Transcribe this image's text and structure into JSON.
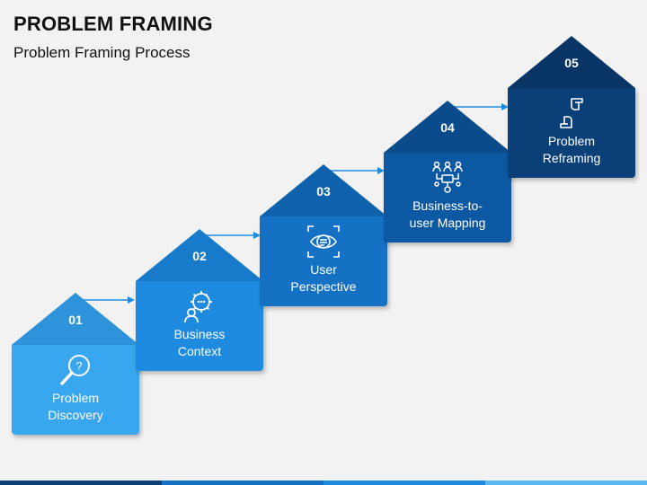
{
  "header": {
    "title": "PROBLEM FRAMING",
    "subtitle": "Problem Framing Process"
  },
  "steps": [
    {
      "number": "01",
      "line1": "Problem",
      "line2": "Discovery",
      "icon": "magnifier-question-icon",
      "color": "#39a6f0",
      "roof_color": "#2e93db"
    },
    {
      "number": "02",
      "line1": "Business",
      "line2": "Context",
      "icon": "gear-user-chat-icon",
      "color": "#1f8be0",
      "roof_color": "#187acb"
    },
    {
      "number": "03",
      "line1": "User",
      "line2": "Perspective",
      "icon": "eye-focus-icon",
      "color": "#1571c4",
      "roof_color": "#0f63ad"
    },
    {
      "number": "04",
      "line1": "Business-to-",
      "line2": "user Mapping",
      "icon": "people-network-icon",
      "color": "#0d58a3",
      "roof_color": "#0a4b8c"
    },
    {
      "number": "05",
      "line1": "Problem",
      "line2": "Reframing",
      "icon": "hands-frame-icon",
      "color": "#0b3f78",
      "roof_color": "#083566"
    }
  ]
}
